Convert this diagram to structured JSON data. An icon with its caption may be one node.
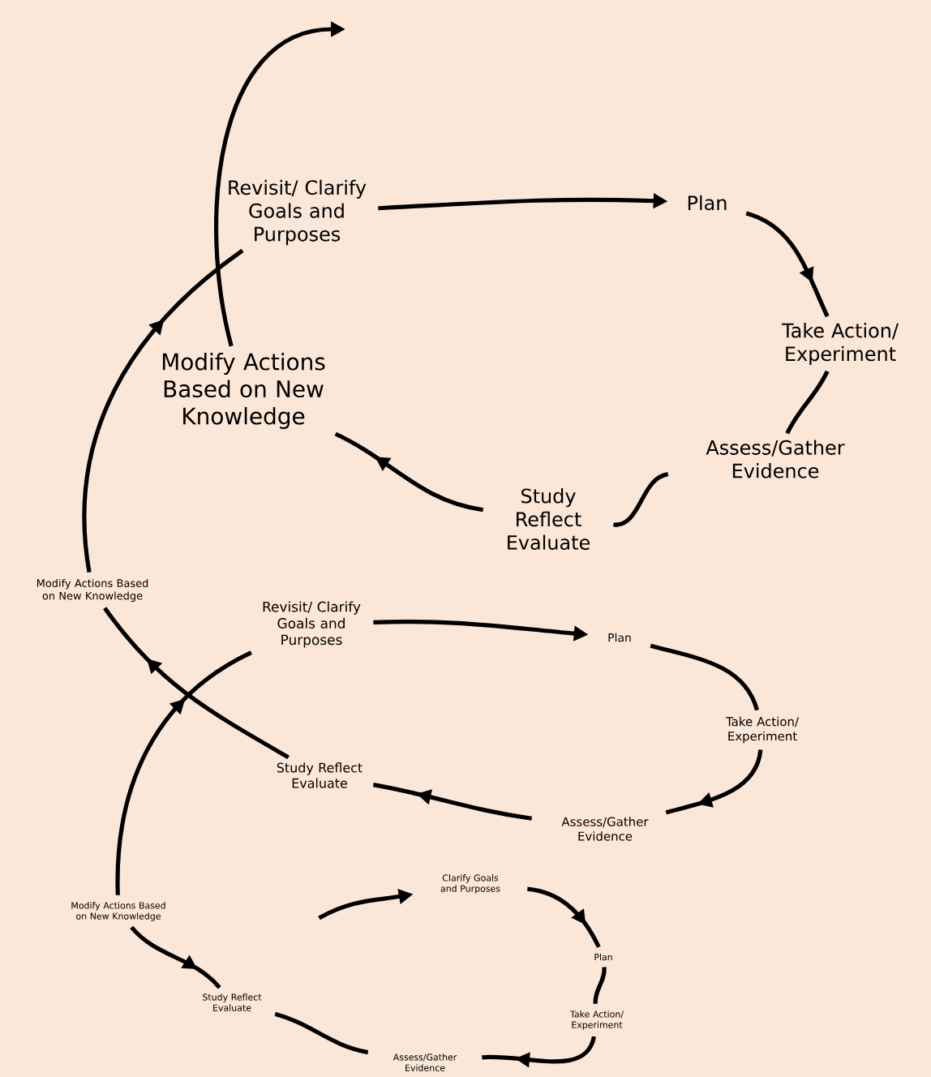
{
  "diagram": {
    "nodes": [
      {
        "text": [
          "Clarify Goals and Purposes"
        ]
      },
      {
        "text": [
          "Plan"
        ]
      },
      {
        "text": [
          "Take Action/ Experiment"
        ]
      },
      {
        "text": [
          "Assess/Gather Evidence"
        ]
      },
      {
        "text": [
          "Study Reflect Evaluate"
        ]
      },
      {
        "text": [
          "Modify Actions Based on New Knowledge"
        ]
      },
      {
        "text": [
          "Revisit/ Clarify Goals and Purposes"
        ]
      },
      {
        "text": [
          "Plan"
        ]
      },
      {
        "text": [
          "Take Action/ Experiment"
        ]
      },
      {
        "text": [
          "Assess/Gather Evidence"
        ]
      },
      {
        "text": [
          "Study Reflect Evaluate"
        ]
      },
      {
        "text": [
          "Modify Actions Based on New Knowledge"
        ]
      },
      {
        "text": [
          "Revisit/ Clarify Goals and Purposes"
        ]
      },
      {
        "text": [
          "Plan"
        ]
      },
      {
        "text": [
          "Take Action/ Experiment"
        ]
      },
      {
        "text": [
          "Assess/Gather Evidence"
        ]
      },
      {
        "text": [
          "Study Reflect Evaluate"
        ]
      },
      {
        "text": [
          "Modify Actions Based on New Knowledge"
        ]
      }
    ],
    "edges": [
      {
        "from": null,
        "to": 0,
        "arrow": "to"
      },
      {
        "from": 0,
        "to": 1,
        "arrow": "to"
      },
      {
        "from": 1,
        "to": 2,
        "arrow": "none"
      },
      {
        "from": 2,
        "to": 3,
        "arrow": "to"
      },
      {
        "from": 3,
        "to": 4,
        "arrow": "none"
      },
      {
        "from": 5,
        "to": 4,
        "arrow": "to"
      },
      {
        "from": 5,
        "to": 6,
        "arrow": "to"
      },
      {
        "from": 6,
        "to": 7,
        "arrow": "to"
      },
      {
        "from": 7,
        "to": 8,
        "arrow": "none"
      },
      {
        "from": 8,
        "to": 9,
        "arrow": "to"
      },
      {
        "from": 9,
        "to": 10,
        "arrow": "to"
      },
      {
        "from": 10,
        "to": 11,
        "arrow": "to"
      },
      {
        "from": 11,
        "to": 12,
        "arrow": "to"
      },
      {
        "from": 12,
        "to": 13,
        "arrow": "to"
      },
      {
        "from": 13,
        "to": 14,
        "arrow": "to"
      },
      {
        "from": 14,
        "to": 15,
        "arrow": "none"
      },
      {
        "from": 15,
        "to": 16,
        "arrow": "none"
      },
      {
        "from": 16,
        "to": 17,
        "arrow": "to"
      },
      {
        "from": 17,
        "to": null,
        "arrow": "to"
      }
    ]
  }
}
